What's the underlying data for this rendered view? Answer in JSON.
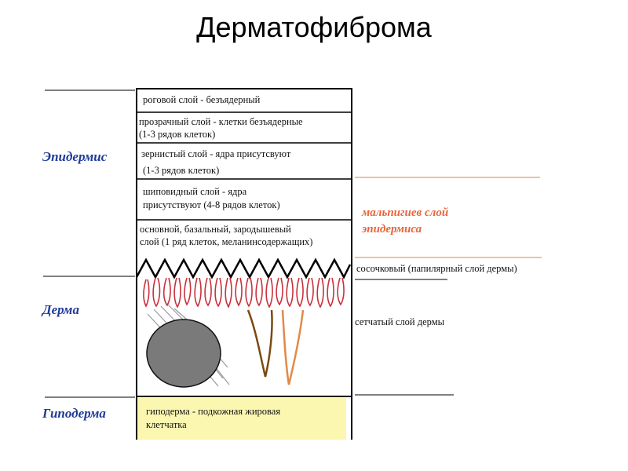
{
  "title": "Дерматофиброма",
  "regions": {
    "epidermis": "Эпидермис",
    "dermis": "Дерма",
    "hypodermis": "Гиподерма"
  },
  "layers": {
    "horny": "роговой слой - безъядерный",
    "clear_1": "прозрачный слой - клетки безъядерные",
    "clear_2": "(1-3 рядов клеток)",
    "granular_1": "зернистый слой - ядра присутсвуют",
    "granular_2": "(1-3 рядов клеток)",
    "spinous_1": "шиповидный слой - ядра",
    "spinous_2": "присутствуют (4-8 рядов клеток)",
    "basal_1": "основной, базальный, зародышевый",
    "basal_2": "слой (1 ряд клеток, меланинсодержащих)",
    "hypodermis_1": "гиподерма - подкожная жировая",
    "hypodermis_2": "клетчатка"
  },
  "annotations": {
    "malpighian_1": "мальпигиев слой",
    "malpighian_2": "эпидермиса",
    "papillary": "сосочковый (папилярный слой дермы)",
    "reticular": "сетчатый слой дермы"
  },
  "colors": {
    "region_text": "#1f3a99",
    "malpighian_text": "#e8643a",
    "malpighian_lines": "#e89a6e",
    "hypodermis_fill": "#fbf7b0",
    "papillae": "#c8323c",
    "hair_follicle_dark": "#7a4a10",
    "hair_follicle_light": "#e08a4a",
    "nodule_fill": "#7a7a7a"
  }
}
